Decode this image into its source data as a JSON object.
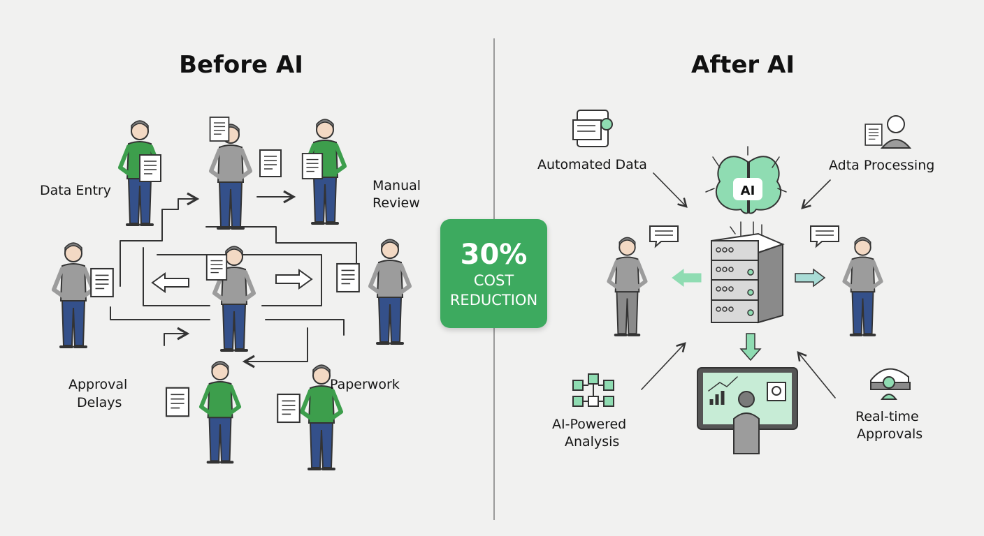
{
  "before": {
    "title": "Before AI",
    "labels": {
      "data_entry": "Data Entry",
      "manual_review_1": "Manual",
      "manual_review_2": "Review",
      "approval_delays_1": "Approval",
      "approval_delays_2": "Delays",
      "paperwork": "Paperwork"
    }
  },
  "after": {
    "title": "After AI",
    "brain_label": "AI",
    "labels": {
      "automated_data": "Automated Data",
      "adta_processing": "Adta Processing",
      "ai_analysis_1": "AI-Powered",
      "ai_analysis_2": "Analysis",
      "realtime_1": "Real-time",
      "realtime_2": "Approvals"
    }
  },
  "badge": {
    "percent": "30%",
    "line1": "COST",
    "line2": "REDUCTION"
  },
  "colors": {
    "background": "#f1f1f0",
    "badge": "#3daa5f",
    "shirt_green": "#3d9e4c",
    "shirt_gray": "#9c9c9c",
    "pants": "#34508a",
    "brain": "#8fdcb2"
  }
}
